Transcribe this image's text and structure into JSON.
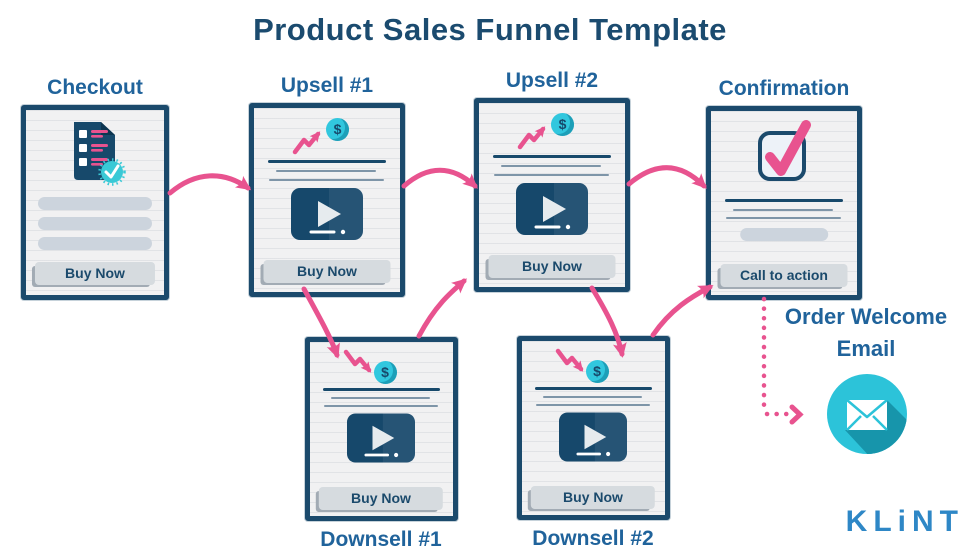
{
  "title": "Product Sales Funnel Template",
  "nodes": {
    "checkout": {
      "label": "Checkout",
      "button": "Buy Now"
    },
    "upsell1": {
      "label": "Upsell #1",
      "button": "Buy Now"
    },
    "upsell2": {
      "label": "Upsell #2",
      "button": "Buy Now"
    },
    "downsell1": {
      "label": "Downsell #1",
      "button": "Buy Now"
    },
    "downsell2": {
      "label": "Downsell #2",
      "button": "Buy Now"
    },
    "confirmation": {
      "label": "Confirmation",
      "button": "Call to action"
    }
  },
  "email": {
    "label_line1": "Order Welcome",
    "label_line2": "Email"
  },
  "brand": {
    "logo": "KLiNT"
  },
  "icons": {
    "dollar": "$",
    "names": [
      "checklist-document-icon",
      "verified-badge-icon",
      "trend-up-icon",
      "trend-down-icon",
      "dollar-coin-icon",
      "video-player-icon",
      "checkbox-checked-icon",
      "envelope-icon"
    ]
  },
  "colors": {
    "navy": "#17496b",
    "label_blue": "#20639b",
    "pink": "#e8538f",
    "cyan": "#2cc3d9",
    "logo_blue": "#2e87c6",
    "paper": "#f1f1f2",
    "button_gray": "#d6dbdf"
  }
}
